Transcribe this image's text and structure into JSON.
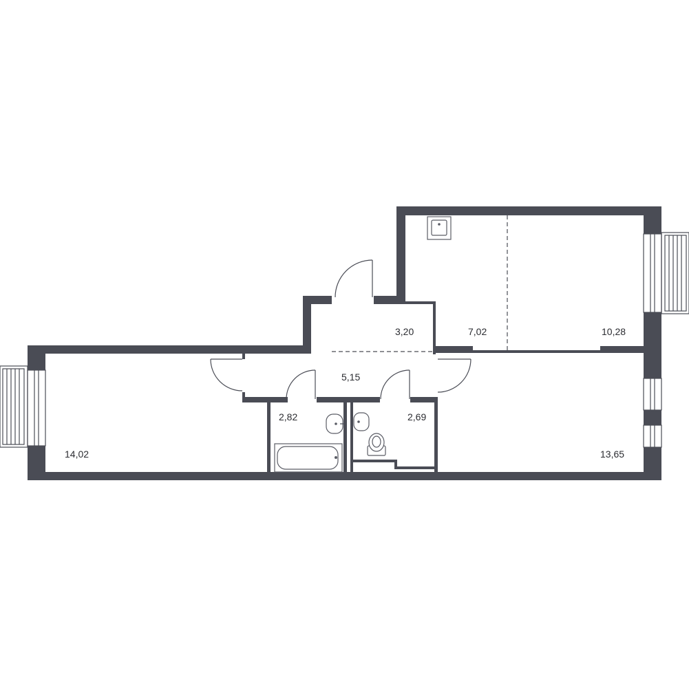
{
  "plan": {
    "colors": {
      "wall": "#4a4c55",
      "background": "#ffffff",
      "text": "#2b2c31"
    },
    "rooms": [
      {
        "key": "corridor",
        "label": "3,20"
      },
      {
        "key": "kitchen",
        "label": "7,02"
      },
      {
        "key": "living",
        "label": "10,28"
      },
      {
        "key": "hall",
        "label": "5,15"
      },
      {
        "key": "bathroom",
        "label": "2,82"
      },
      {
        "key": "toilet",
        "label": "2,69"
      },
      {
        "key": "bedroom-left",
        "label": "14,02"
      },
      {
        "key": "bedroom-right",
        "label": "13,65"
      }
    ]
  }
}
